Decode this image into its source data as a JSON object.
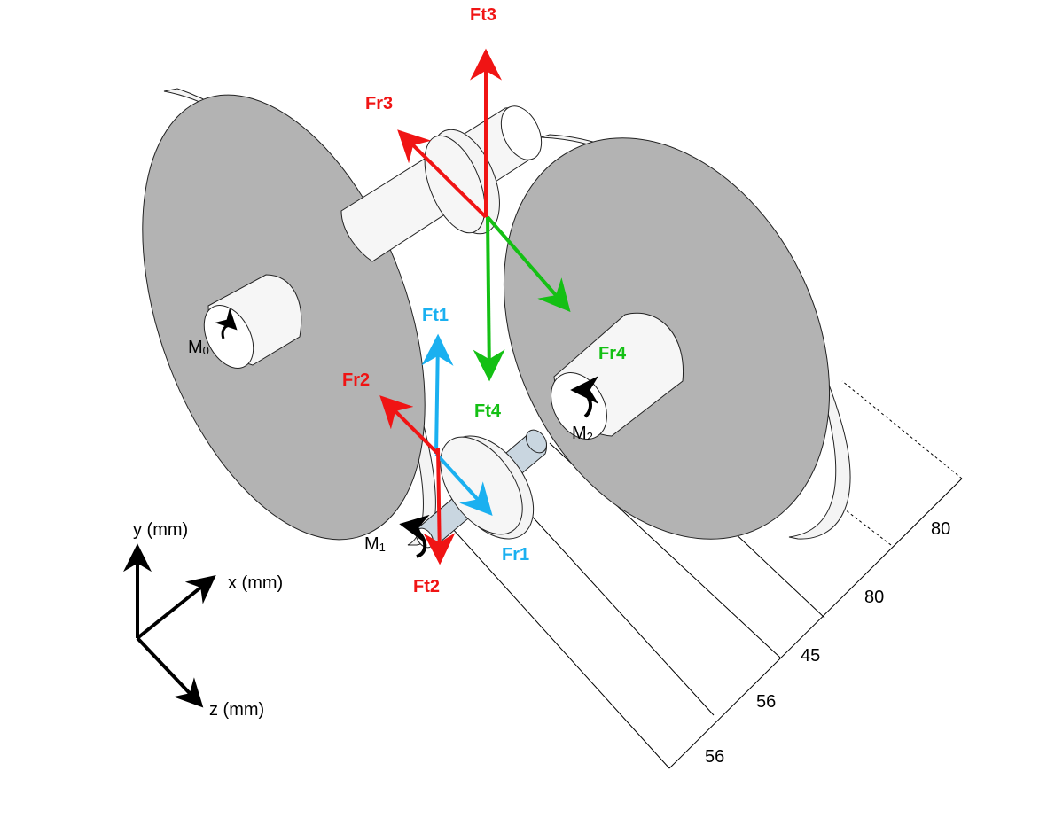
{
  "forces": {
    "ft1": {
      "label": "Ft1",
      "color": "#1ab0f0"
    },
    "fr1": {
      "label": "Fr1",
      "color": "#1ab0f0"
    },
    "ft2": {
      "label": "Ft2",
      "color": "#f01414"
    },
    "fr2": {
      "label": "Fr2",
      "color": "#f01414"
    },
    "ft3": {
      "label": "Ft3",
      "color": "#f01414"
    },
    "fr3": {
      "label": "Fr3",
      "color": "#f01414"
    },
    "ft4": {
      "label": "Ft4",
      "color": "#14c014"
    },
    "fr4": {
      "label": "Fr4",
      "color": "#14c014"
    }
  },
  "moments": {
    "m0": {
      "letter": "M",
      "sub": "0"
    },
    "m1": {
      "letter": "M",
      "sub": "1"
    },
    "m2": {
      "letter": "M",
      "sub": "2"
    }
  },
  "axes": {
    "y": "y (mm)",
    "x": "x (mm)",
    "z": "z (mm)"
  },
  "dimensions": [
    "80",
    "80",
    "45",
    "56",
    "56"
  ]
}
